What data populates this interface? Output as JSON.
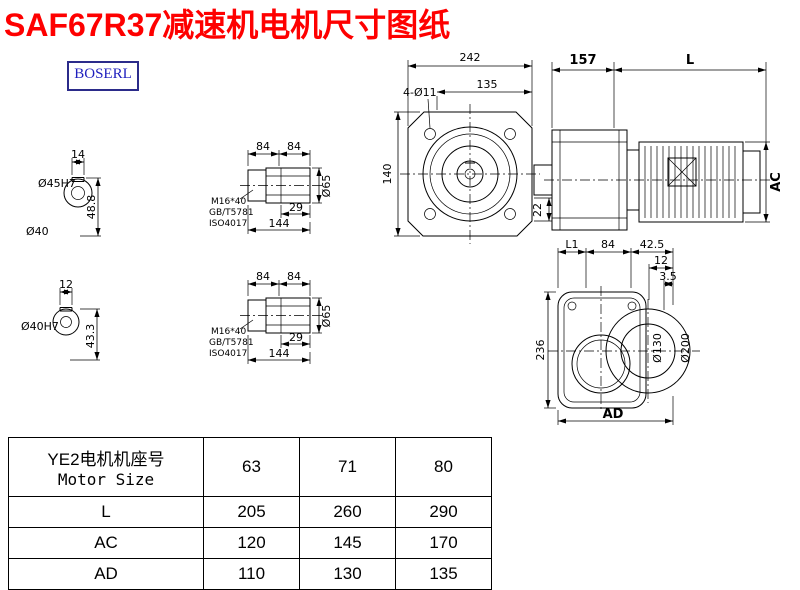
{
  "title": "SAF67R37减速机电机尺寸图纸",
  "logo": "BOSERL",
  "dims": {
    "shaft1": {
      "w": "14",
      "dia": "Ø45H7",
      "h": "48.8",
      "dia2": "Ø40"
    },
    "shaft2": {
      "w": "12",
      "dia": "Ø40H7",
      "h": "43.3"
    },
    "bush1": {
      "a": "84",
      "b": "84",
      "bolt": "M16*40",
      "std1": "GB/T5781",
      "std2": "ISO4017",
      "c": "29",
      "d": "144",
      "dia": "Ø65"
    },
    "bush2": {
      "a": "84",
      "b": "84",
      "bolt": "M16*40",
      "std1": "GB/T5781",
      "std2": "ISO4017",
      "c": "29",
      "d": "144",
      "dia": "Ø65"
    },
    "front": {
      "w": "242",
      "w2": "135",
      "holes": "4-Ø11",
      "h": "140",
      "k": "22"
    },
    "side": {
      "a": "157",
      "b": "L",
      "ac": "AC"
    },
    "rear": {
      "l1": "L1",
      "a": "84",
      "b": "42.5",
      "c": "12",
      "d": "3.5",
      "h": "236",
      "dia1": "Ø130",
      "dia2": "Ø200",
      "ad": "AD"
    }
  },
  "table": {
    "header": {
      "line1": "YE2电机机座号",
      "line2": "Motor Size",
      "cols": [
        "63",
        "71",
        "80"
      ]
    },
    "rows": [
      {
        "label": "L",
        "values": [
          "205",
          "260",
          "290"
        ]
      },
      {
        "label": "AC",
        "values": [
          "120",
          "145",
          "170"
        ]
      },
      {
        "label": "AD",
        "values": [
          "110",
          "130",
          "135"
        ]
      }
    ]
  }
}
